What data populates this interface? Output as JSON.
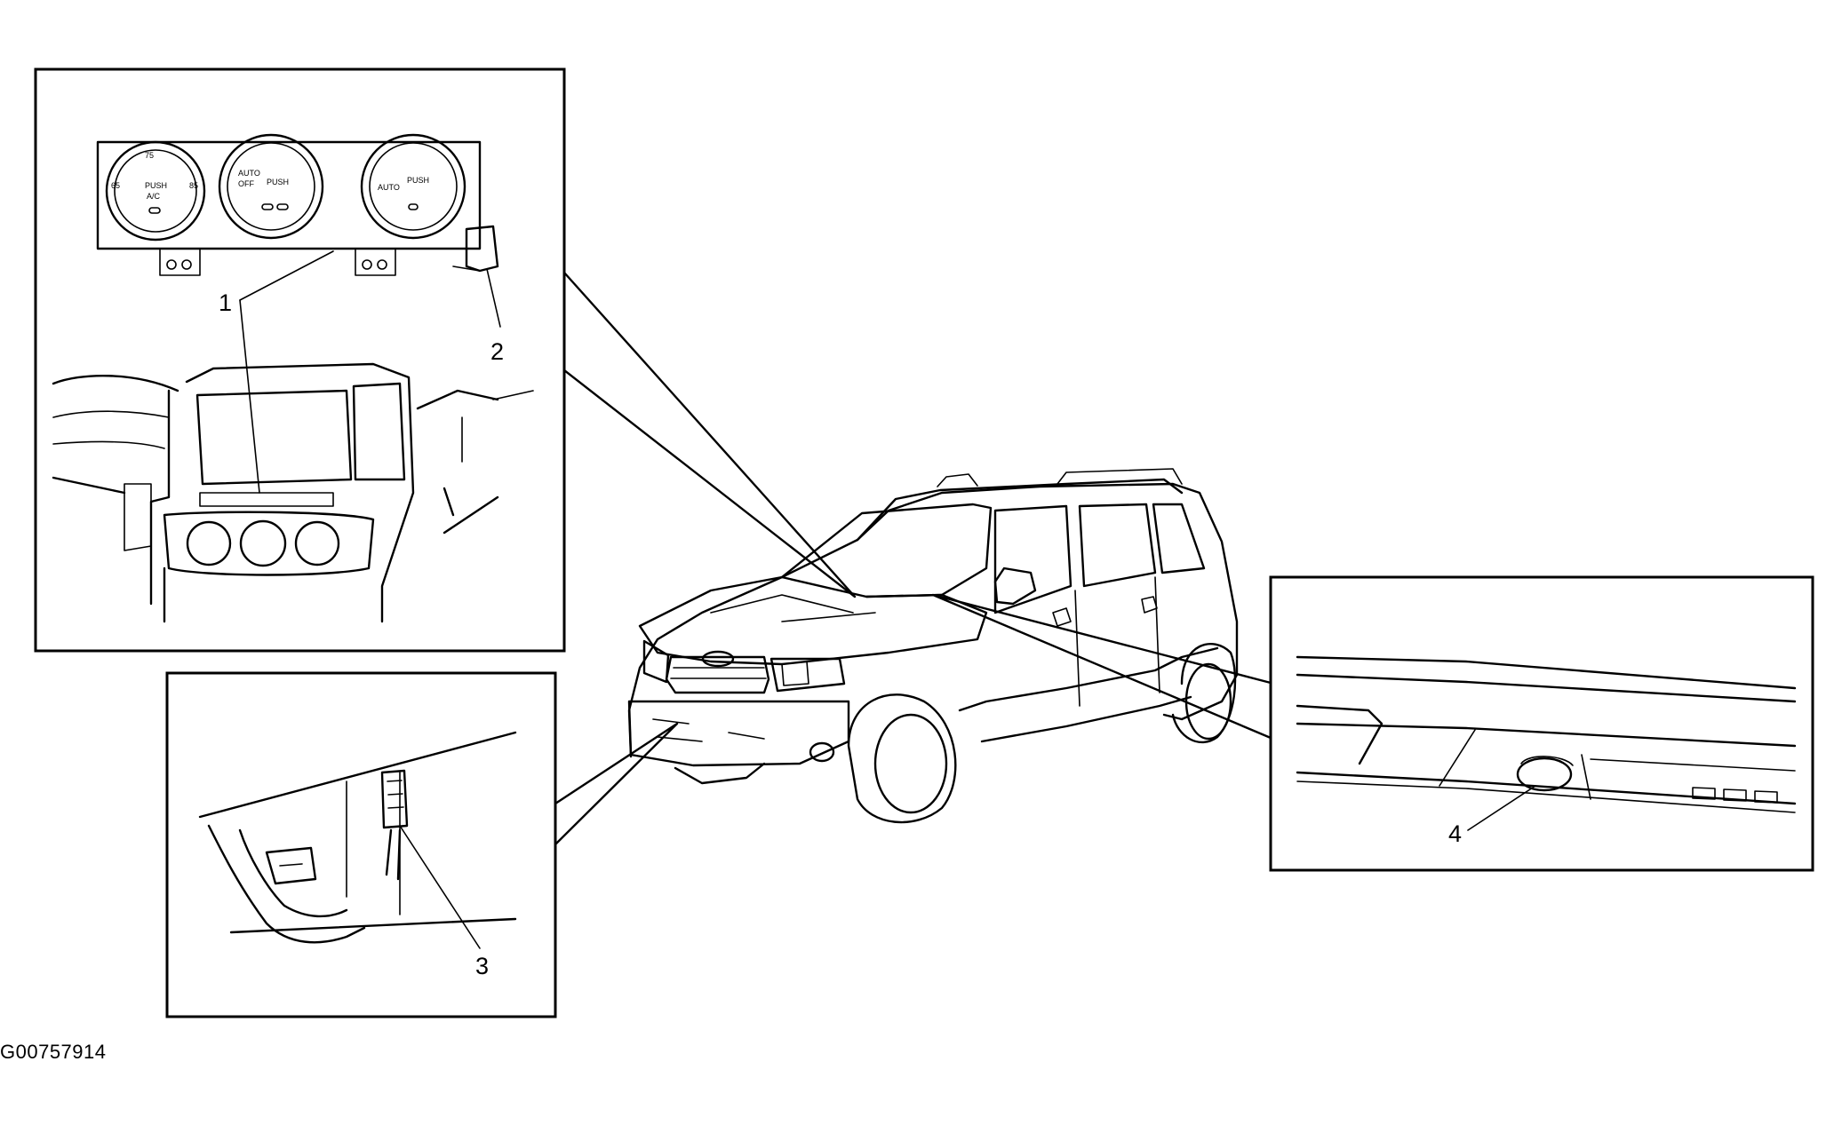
{
  "figure_id": "G00757914",
  "callouts": {
    "c1": "1",
    "c2": "2",
    "c3": "3",
    "c4": "4"
  },
  "panel_markings": {
    "left_dial_top": "75",
    "left_dial_low": "65",
    "left_dial_high": "85",
    "left_dial_push": "PUSH",
    "left_dial_ac": "A/C",
    "mid_dial_auto": "AUTO",
    "mid_dial_off": "OFF",
    "mid_dial_push": "PUSH",
    "right_dial_auto": "AUTO",
    "right_dial_push": "PUSH"
  }
}
